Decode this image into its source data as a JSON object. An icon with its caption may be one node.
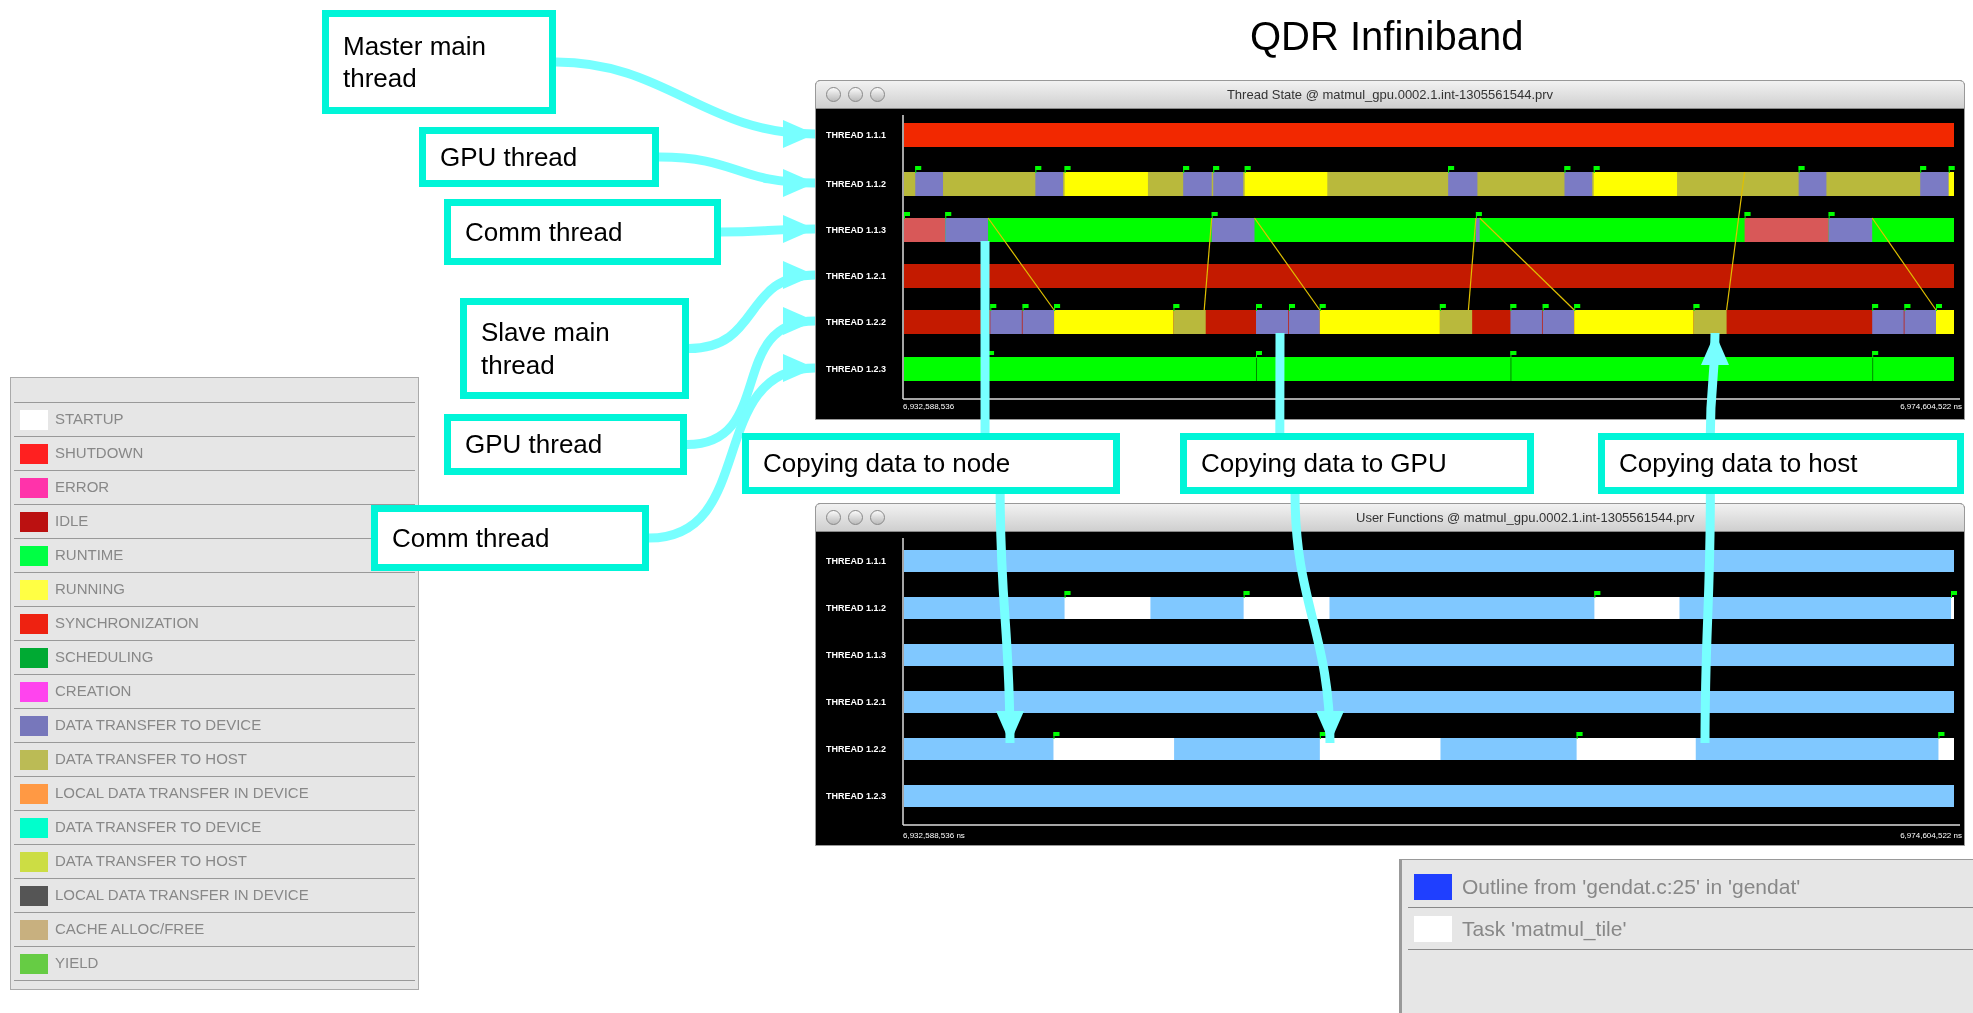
{
  "diagram": {
    "title": "QDR Infiniband",
    "nodes": [
      {
        "text": [
          "Master main thread"
        ]
      },
      {
        "text": [
          "GPU thread"
        ]
      },
      {
        "text": [
          "Comm thread"
        ]
      },
      {
        "text": [
          "Slave main thread"
        ]
      },
      {
        "text": [
          "GPU thread"
        ]
      },
      {
        "text": [
          "Comm thread"
        ]
      },
      {
        "text": [
          "Thread State @ matmul_gpu.0002.1.int-1305561544.prv"
        ]
      },
      {
        "text": [
          "THREAD 1.1.1"
        ],
        "in": 6
      },
      {
        "text": [
          "THREAD 1.1.2"
        ],
        "in": 6
      },
      {
        "text": [
          "THREAD 1.1.3"
        ],
        "in": 6
      },
      {
        "text": [
          "THREAD 1.2.1"
        ],
        "in": 6
      },
      {
        "text": [
          "THREAD 1.2.2"
        ],
        "in": 6
      },
      {
        "text": [
          "THREAD 1.2.3"
        ],
        "in": 6
      },
      {
        "text": [
          "Copying data to node"
        ]
      },
      {
        "text": [
          "Copying data to GPU"
        ]
      },
      {
        "text": [
          "Copying data to host"
        ]
      },
      {
        "text": [
          "User Functions @ matmul_gpu.0002.1.int-1305561544.prv"
        ]
      },
      {
        "text": [
          "THREAD 1.1.1"
        ],
        "in": 16
      },
      {
        "text": [
          "THREAD 1.1.2"
        ],
        "in": 16
      },
      {
        "text": [
          "THREAD 1.1.3"
        ],
        "in": 16
      },
      {
        "text": [
          "THREAD 1.2.1"
        ],
        "in": 16
      },
      {
        "text": [
          "THREAD 1.2.2"
        ],
        "in": 16
      },
      {
        "text": [
          "THREAD 1.2.3"
        ],
        "in": 16
      }
    ],
    "edges": [
      {
        "from": 0,
        "to": 7,
        "arrow": "to"
      },
      {
        "from": 1,
        "to": 8,
        "arrow": "to"
      },
      {
        "from": 2,
        "to": 9,
        "arrow": "to"
      },
      {
        "from": 3,
        "to": 10,
        "arrow": "to"
      },
      {
        "from": 4,
        "to": 11,
        "arrow": "to"
      },
      {
        "from": 5,
        "to": 12,
        "arrow": "to"
      },
      {
        "from": null,
        "to": 13,
        "arrow": "none"
      },
      {
        "from": 13,
        "to": null,
        "arrow": "to"
      },
      {
        "from": null,
        "to": 14,
        "arrow": "none"
      },
      {
        "from": 14,
        "to": null,
        "arrow": "to"
      },
      {
        "from": null,
        "to": 15,
        "arrow": "none"
      },
      {
        "from": 15,
        "to": null,
        "arrow": "to"
      }
    ],
    "labels": [
      "6,932,588,536",
      "6,974,604,522 ns",
      "6,932,588,536 ns",
      "6,974,604,522 ns"
    ],
    "legend": [
      {
        "text": "STARTUP",
        "color": "#ffffff"
      },
      {
        "text": "SHUTDOWN",
        "color": "#ff2020"
      },
      {
        "text": "ERROR",
        "color": "#ff33aa"
      },
      {
        "text": "IDLE",
        "color": "#bb1111"
      },
      {
        "text": "RUNTIME",
        "color": "#00ff44"
      },
      {
        "text": "RUNNING",
        "color": "#ffff44"
      },
      {
        "text": "SYNCHRONIZATION",
        "color": "#ee2211"
      },
      {
        "text": "SCHEDULING",
        "color": "#00aa33"
      },
      {
        "text": "CREATION",
        "color": "#ff44ee"
      },
      {
        "text": "DATA TRANSFER TO DEVICE",
        "color": "#7777bb"
      },
      {
        "text": "DATA TRANSFER TO HOST",
        "color": "#bbbb55"
      },
      {
        "text": "LOCAL DATA TRANSFER IN DEVICE",
        "color": "#ff9944"
      },
      {
        "text": "DATA TRANSFER TO DEVICE",
        "color": "#00ffcc"
      },
      {
        "text": "DATA TRANSFER TO HOST",
        "color": "#ccdd44"
      },
      {
        "text": "LOCAL DATA TRANSFER IN DEVICE",
        "color": "#555555"
      },
      {
        "text": "CACHE ALLOC/FREE",
        "color": "#c8b07f"
      },
      {
        "text": "YIELD",
        "color": "#66cc44"
      },
      {
        "text": "Outline from 'gendat.c:25' in 'gendat'",
        "color": "#1f3fff"
      },
      {
        "text": "Task 'matmul_tile'",
        "color": "#ffffff"
      }
    ]
  }
}
